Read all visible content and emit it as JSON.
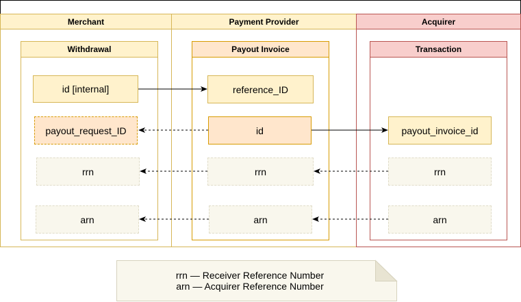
{
  "lanes": {
    "merchant": "Merchant",
    "provider": "Payment Provider",
    "acquirer": "Acquirer"
  },
  "entities": {
    "withdrawal": {
      "title": "Withdrawal",
      "fields": [
        "id [internal]",
        "payout_request_ID",
        "rrn",
        "arn"
      ]
    },
    "payout_invoice": {
      "title": "Payout Invoice",
      "fields": [
        "reference_ID",
        "id",
        "rrn",
        "arn"
      ]
    },
    "transaction": {
      "title": "Transaction",
      "fields": [
        "payout_invoice_id",
        "rrn",
        "arn"
      ]
    }
  },
  "legend": {
    "line1": "rrn — Receiver Reference Number",
    "line2": "arn — Acquirer Reference Number"
  },
  "colors": {
    "merchant_stroke": "#d6b656",
    "merchant_fill": "#fff2cc",
    "provider_entity_fill": "#ffe6cc",
    "provider_entity_stroke": "#d79b00",
    "acquirer_fill": "#f8cecc",
    "acquirer_stroke": "#b85450",
    "neutral_field_fill": "#f9f7ed",
    "note_fill": "#f9f7ed"
  }
}
